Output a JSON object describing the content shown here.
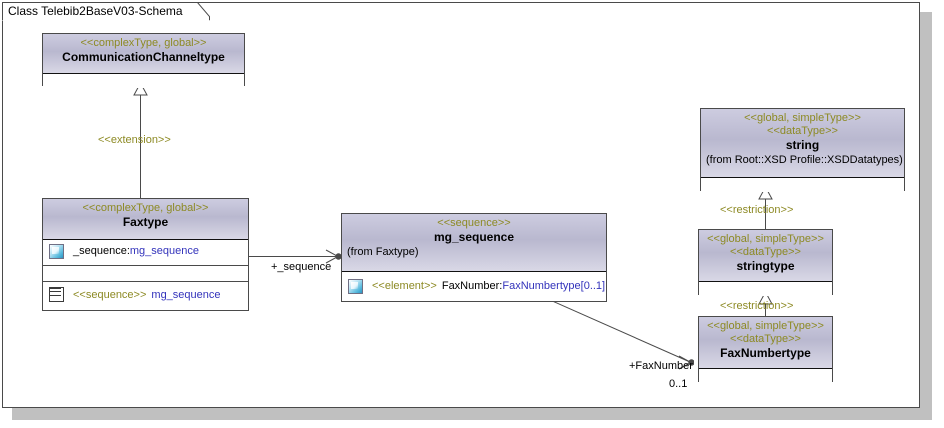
{
  "diagram": {
    "tab_label": "Class Telebib2BaseV03-Schema",
    "classes": [
      {
        "id": "communicationchannel",
        "stereotypes": [
          "<<complexType, global>>"
        ],
        "name": "CommunicationChanneltype",
        "from": "",
        "members": []
      },
      {
        "id": "faxtype",
        "stereotypes": [
          "<<complexType, global>>"
        ],
        "name": "Faxtype",
        "from": "",
        "members": [
          {
            "icon": "attribute-icon",
            "stereotype": "",
            "text": "_sequence:",
            "type": "mg_sequence",
            "mult": ""
          },
          {
            "icon": "sequence-icon",
            "stereotype": "<<sequence>>",
            "text": "",
            "type": "mg_sequence",
            "mult": ""
          }
        ]
      },
      {
        "id": "mg_sequence",
        "stereotypes": [
          "<<sequence>>"
        ],
        "name": "mg_sequence",
        "from": "(from Faxtype)",
        "members": [
          {
            "icon": "attribute-icon",
            "stereotype": "<<element>>",
            "text": "FaxNumber:",
            "type": "FaxNumbertype",
            "mult": "[0..1]"
          }
        ]
      },
      {
        "id": "string",
        "stereotypes": [
          "<<global, simpleType>>",
          "<<dataType>>"
        ],
        "name": "string",
        "from": "(from Root::XSD Profile::XSDDatatypes)",
        "members": []
      },
      {
        "id": "stringtype",
        "stereotypes": [
          "<<global, simpleType>>",
          "<<dataType>>"
        ],
        "name": "stringtype",
        "from": "",
        "members": []
      },
      {
        "id": "faxnumbertype",
        "stereotypes": [
          "<<global, simpleType>>",
          "<<dataType>>"
        ],
        "name": "FaxNumbertype",
        "from": "",
        "members": []
      }
    ],
    "connector_labels": {
      "extension": "<<extension>>",
      "sequence_role": "+_sequence",
      "restriction_upper": "<<restriction>>",
      "restriction_lower": "<<restriction>>",
      "faxnumber_role": "+FaxNumber",
      "faxnumber_mult": "0..1"
    },
    "colors": {
      "stereotype": "#8d8a24",
      "type_link": "#3333bb",
      "header_fill": "#c3c2d8",
      "line": "#4a4a4a",
      "canvas": "#ffffff",
      "shadow": "#c0c0c0"
    }
  }
}
